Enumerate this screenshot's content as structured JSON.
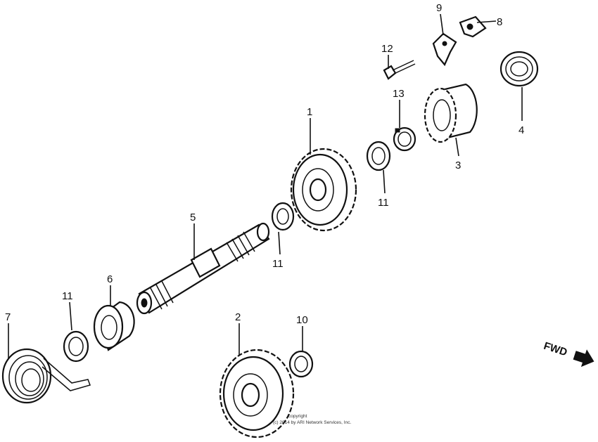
{
  "diagram": {
    "callouts": {
      "c1": "1",
      "c2": "2",
      "c3": "3",
      "c4": "4",
      "c5": "5",
      "c6": "6",
      "c7": "7",
      "c8": "8",
      "c9": "9",
      "c10": "10",
      "c11a": "11",
      "c11b": "11",
      "c11c": "11",
      "c12": "12",
      "c13": "13"
    },
    "direction_label": "FWD",
    "copyright_line1": "copyright",
    "copyright_line2": "(c) 2014 by ARI Network Services, Inc."
  }
}
